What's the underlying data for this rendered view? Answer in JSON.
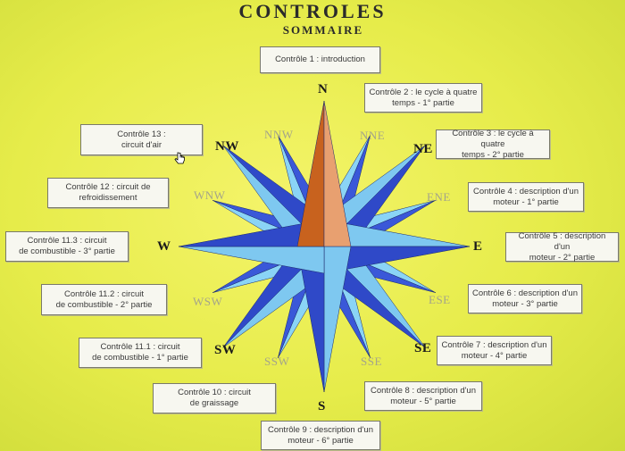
{
  "header": {
    "title": "CONTROLES",
    "subtitle": "SOMMAIRE"
  },
  "directions": {
    "N": "N",
    "NNE": "NNE",
    "NE": "NE",
    "ENE": "ENE",
    "E": "E",
    "ESE": "ESE",
    "SE": "SE",
    "SSE": "SSE",
    "S": "S",
    "SSW": "SSW",
    "SW": "SW",
    "WSW": "WSW",
    "W": "W",
    "WNW": "WNW",
    "NW": "NW",
    "NNW": "NNW"
  },
  "controls": {
    "c1": {
      "line1": "Contrôle 1 : introduction",
      "line2": ""
    },
    "c2": {
      "line1": "Contrôle 2 : le cycle à quatre",
      "line2": "temps - 1° partie"
    },
    "c3": {
      "line1": "Contrôle 3 : le cycle à quatre",
      "line2": "temps - 2° partie"
    },
    "c4": {
      "line1": "Contrôle 4 : description d'un",
      "line2": "moteur - 1° partie"
    },
    "c5": {
      "line1": "Contrôle 5 : description d'un",
      "line2": "moteur - 2° partie"
    },
    "c6": {
      "line1": "Contrôle 6 : description d'un",
      "line2": "moteur - 3° partie"
    },
    "c7": {
      "line1": "Contrôle 7 : description d'un",
      "line2": "moteur - 4° partie"
    },
    "c8": {
      "line1": "Contrôle 8 : description d'un",
      "line2": "moteur - 5° partie"
    },
    "c9": {
      "line1": "Contrôle 9 : description d'un",
      "line2": "moteur - 6° partie"
    },
    "c10": {
      "line1": "Contrôle 10 : circuit",
      "line2": "de graissage"
    },
    "c11_1": {
      "line1": "Contrôle 11.1 : circuit",
      "line2": "de combustible - 1° partie"
    },
    "c11_2": {
      "line1": "Contrôle 11.2 : circuit",
      "line2": "de combustible - 2° partie"
    },
    "c11_3": {
      "line1": "Contrôle 11.3 : circuit",
      "line2": "de combustible - 3° partie"
    },
    "c12": {
      "line1": "Contrôle 12 : circuit de",
      "line2": "refroidissement"
    },
    "c13": {
      "line1": "Contrôle 13 :",
      "line2": "circuit d'air"
    }
  },
  "colors": {
    "north_point_left": "#c8621e",
    "north_point_right": "#e8a070",
    "main_dark": "#2f49c8",
    "main_light": "#7ec8f0",
    "secondary_dark": "#3a58d8",
    "secondary_light": "#8ad4f6"
  },
  "icons": {
    "cursor": "hand-pointer-icon",
    "compass": "compass-rose-icon"
  }
}
